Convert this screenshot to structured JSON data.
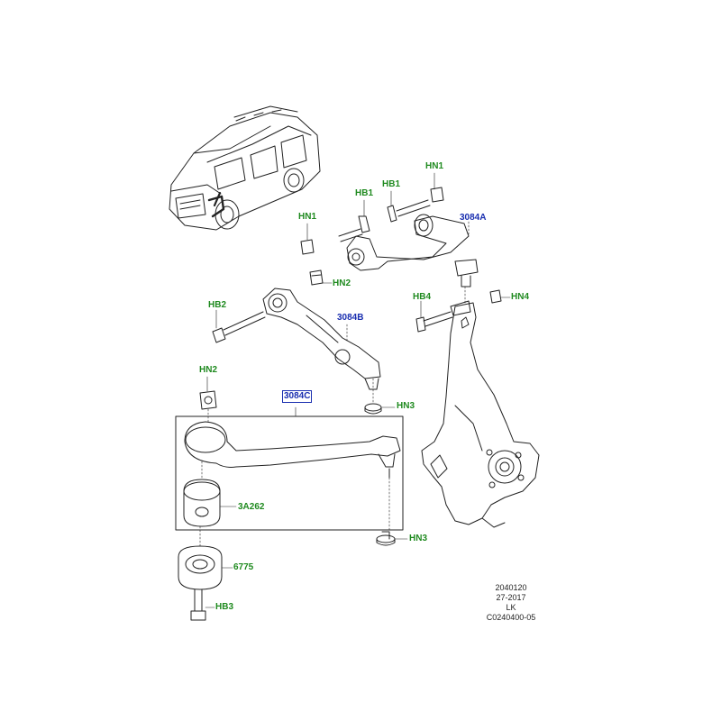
{
  "callouts": {
    "hn1_top_right": "HN1",
    "hb1_top": "HB1",
    "hb1_mid": "HB1",
    "hn1_left": "HN1",
    "upper_arm": "3084A",
    "hn2_mid": "HN2",
    "hb2": "HB2",
    "lower_front_arm": "3084B",
    "hb4": "HB4",
    "hn4": "HN4",
    "hn2_left": "HN2",
    "lower_rear_arm": "3084C",
    "hn3_upper": "HN3",
    "bushing": "3A262",
    "hn3_lower": "HN3",
    "mount": "6775",
    "hb3": "HB3"
  },
  "reference": {
    "line1": "2040120",
    "line2": "27-2017",
    "line3": "LK",
    "line4": "C0240400-05"
  },
  "colors": {
    "callout_green": "#1f8a1f",
    "callout_blue": "#1a2fb0",
    "line": "#222222"
  }
}
